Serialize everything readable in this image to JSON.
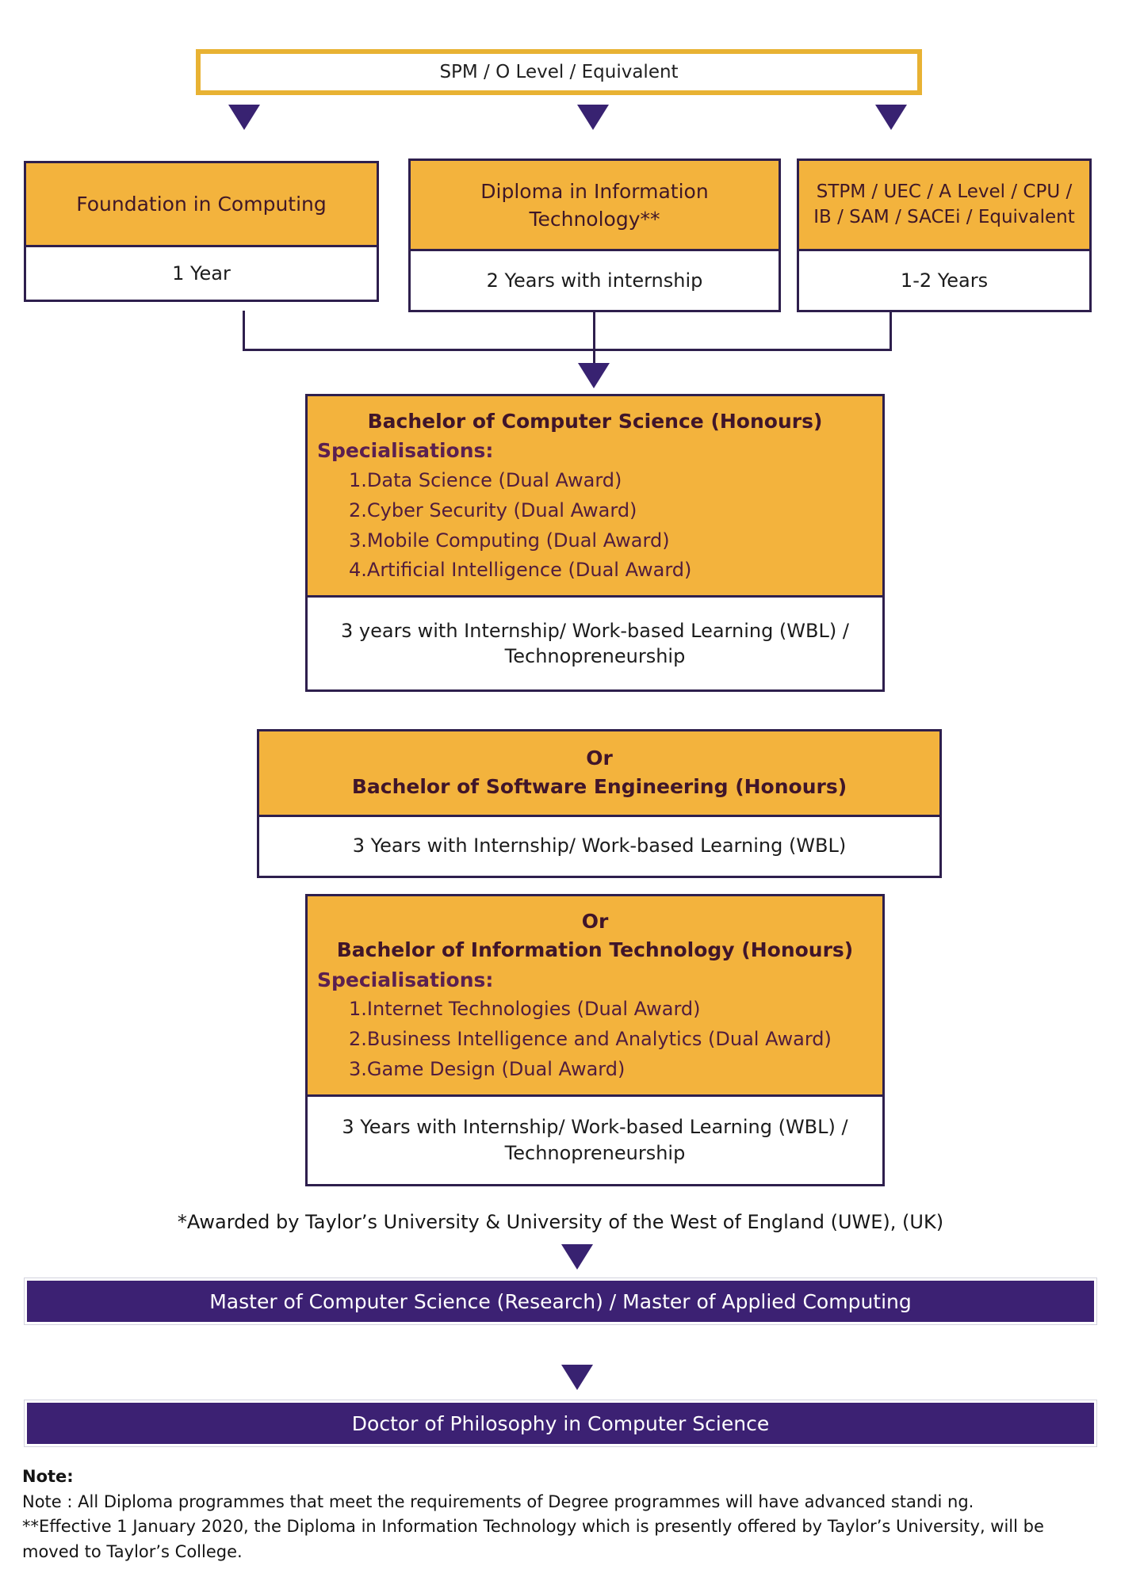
{
  "entry": {
    "label": "SPM / O Level / Equivalent"
  },
  "pathways": [
    {
      "title": "Foundation in Computing",
      "duration": "1 Year"
    },
    {
      "title": "Diploma in Information Technology**",
      "duration": "2 Years with internship"
    },
    {
      "title": "STPM / UEC / A Level / CPU / IB / SAM / SACEi / Equivalent",
      "duration": "1-2 Years"
    }
  ],
  "degrees": [
    {
      "or": "",
      "title": "Bachelor of Computer Science (Honours)",
      "spec_label": "Specialisations:",
      "specialisations": [
        "1.Data Science (Dual Award)",
        "2.Cyber Security (Dual Award)",
        "3.Mobile Computing (Dual Award)",
        "4.Artificial Intelligence (Dual Award)"
      ],
      "duration": "3 years with Internship/ Work-based Learning (WBL) / Technopreneurship"
    },
    {
      "or": "Or",
      "title": "Bachelor of Software Engineering (Honours)",
      "duration": "3 Years with Internship/ Work-based Learning (WBL)"
    },
    {
      "or": "Or",
      "title": "Bachelor of Information Technology (Honours)",
      "spec_label": "Specialisations:",
      "specialisations": [
        "1.Internet Technologies (Dual Award)",
        "2.Business Intelligence and Analytics (Dual Award)",
        "3.Game Design (Dual Award)"
      ],
      "duration": "3 Years with Internship/ Work-based Learning (WBL) / Technopreneurship"
    }
  ],
  "award_note": "*Awarded by Taylor’s University & University of the West of England (UWE), (UK)",
  "postgrad": [
    {
      "title": "Master of Computer Science (Research) / Master of Applied Computing"
    },
    {
      "title": "Doctor of Philosophy in Computer Science"
    }
  ],
  "notes": {
    "heading": "Note:",
    "line1": "Note : All Diploma programmes that meet the requirements of Degree programmes will have advanced standi ng.",
    "line2": "**Effective 1 January 2020, the Diploma in Information Technology which is presently offered by Taylor’s University, will be moved to Taylor’s College."
  },
  "colors": {
    "gold_border": "#e8b233",
    "orange_fill": "#f3b33d",
    "dark_purple_border": "#2e1f4d",
    "bar_purple": "#3c2173",
    "arrow_purple": "#382271",
    "degree_title_text": "#40152a",
    "specialisation_label_text": "#5b2050",
    "list_item_text": "#511c3d"
  }
}
